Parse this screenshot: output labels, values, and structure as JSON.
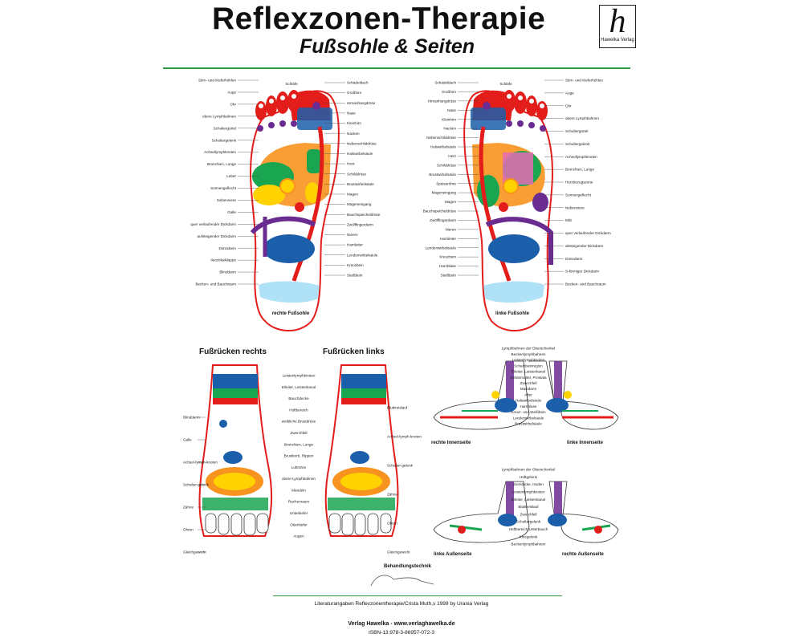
{
  "header": {
    "title": "Reflexzonen-Therapie",
    "subtitle": "Fußsohle & Seiten",
    "logo_letter": "h",
    "logo_text": "Hawelka Verlag"
  },
  "colors": {
    "accent_rule": "#2f9a3c",
    "red": "#e31d1a",
    "orange": "#f7931e",
    "blue": "#1b5fab",
    "green": "#1aa551",
    "yellow": "#ffd200",
    "purple": "#6b2c91",
    "cyan": "#8dd6f2"
  },
  "right_sole": {
    "caption": "rechte Fußsohle",
    "left_labels": [
      "Stirn- und Kieferhöhlen",
      "Auge",
      "Ohr",
      "obere Lymphbahnen",
      "Schultergürtel",
      "Schultergelenk",
      "Achsellymphknoten",
      "Bronchien, Lunge",
      "Leber",
      "Sonnengeflecht",
      "Nebenniere",
      "Galle",
      "quer verlaufender Dickdarm",
      "aufsteigender Dickdarm",
      "Dünndarm",
      "Ileozökalklappe",
      "Blinddarm",
      "Becken- und Bauchraum"
    ],
    "top_label": "Schläfe",
    "right_labels": [
      "Schädeldach",
      "Großhirn",
      "Hirnanhangdrüse",
      "Nase",
      "Kleinhirn",
      "Nacken",
      "Nebenschilddrüse",
      "Halswirbelsäule",
      "Herz",
      "Schilddrüse",
      "Brustwirbelsäule",
      "Magen",
      "Mageneingang",
      "Bauchspeicheldrüse",
      "Zwölffingerdarm",
      "Nieren",
      "Harnleiter",
      "Lendenwirbelsäule",
      "Kreuzbein",
      "Steißbein"
    ]
  },
  "left_sole": {
    "caption": "linke Fußsohle",
    "left_labels": [
      "Schädeldach",
      "Großhirn",
      "Hirnanhangdrüse",
      "Nase",
      "Kleinhirn",
      "Nacken",
      "Nebenschilddrüse",
      "Halswirbelsäule",
      "Herz",
      "Schilddrüse",
      "Brustwirbelsäule",
      "Speiseröhre",
      "Mageneingang",
      "Magen",
      "Bauchspeicheldrüse",
      "Zwölffingerdarm",
      "Nieren",
      "Harnleiter",
      "Lendenwirbelsäule",
      "Kreuzbein",
      "Harnblase",
      "Steißbein"
    ],
    "top_label": "Schläfe",
    "right_labels": [
      "Stirn- und Kieferhöhlen",
      "Auge",
      "Ohr",
      "obere Lymphbahnen",
      "Schultergürtel",
      "Schultergelenk",
      "Achsellymphknoten",
      "Bronchien, Lunge",
      "Herzbezugszone",
      "Sonnengeflecht",
      "Nebenniere",
      "Milz",
      "quer verlaufender Dickdarm",
      "absteigender Dickdarm",
      "Dünndarm",
      "S-förmiger Dickdarm",
      "Becken- und Bauchraum"
    ]
  },
  "dorsum": {
    "title_right": "Fußrücken rechts",
    "title_left": "Fußrücken links",
    "center_labels": [
      "Leistenlymphknoten",
      "Eileiter, Leistenkanal",
      "Bauchdecke",
      "Hüftbereich",
      "weibliche Brustdrüse",
      "Zwerchfell",
      "Bronchien, Lunge",
      "Brustkorb, Rippen",
      "Luftröhre",
      "obere Lymphbahnen",
      "Mandeln",
      "Rachenraum",
      "Unterkiefer",
      "Oberkiefer",
      "Augen"
    ],
    "left_labels": [
      "Blinddarm",
      "Galle",
      "Achsel-lymph-knoten",
      "Schulter-gelenk",
      "Zähne",
      "Ohren",
      "Gleichgewicht"
    ],
    "right_labels": [
      "Blutkreislauf",
      "Achsel-lymph-knoten",
      "Schulter-gelenk",
      "Zähne",
      "Ohren",
      "Gleichgewicht"
    ]
  },
  "inner_sides": {
    "caption_right": "rechte Innenseite",
    "caption_left": "linke Innenseite",
    "labels": [
      "Lymphbahnen der Oberschenkel",
      "Beckenlymphbahnen",
      "Leistenlymphknoten",
      "Schambeinregion",
      "Eileiter, Leistenkanal",
      "Gebärmutter, Prostata",
      "Zwerchfell",
      "Mastdarm",
      "After",
      "Halswirbelsäule",
      "Harnblase",
      "Kreuz- und Steißbein",
      "Lendenwirbelsäule",
      "Brustwirbelsäule"
    ]
  },
  "outer_sides": {
    "caption_left": "linke Außenseite",
    "caption_right": "rechte Außenseite",
    "labels": [
      "Lymphbahnen der Oberschenkel",
      "Hüftgelenk",
      "Eierstöcke, Hoden",
      "Leistenlymphknoten",
      "Eileiter, Leistenkanal",
      "Blutkreislauf",
      "Zwerchfell",
      "Schultergelenk",
      "Hüftbereich Unterbauch",
      "Kniegelenk",
      "Beckenlymphbahnen"
    ]
  },
  "technique_label": "Behandlungstechnik",
  "footer": {
    "references": "Literaturangaben  Reflexzonentherapie/Crista Muth,s 1999 by Urania Verlag",
    "publisher": "Verlag Hawelka - www.verlaghawelka.de",
    "isbn": "ISBN-13:978-3-86957-072-3"
  }
}
